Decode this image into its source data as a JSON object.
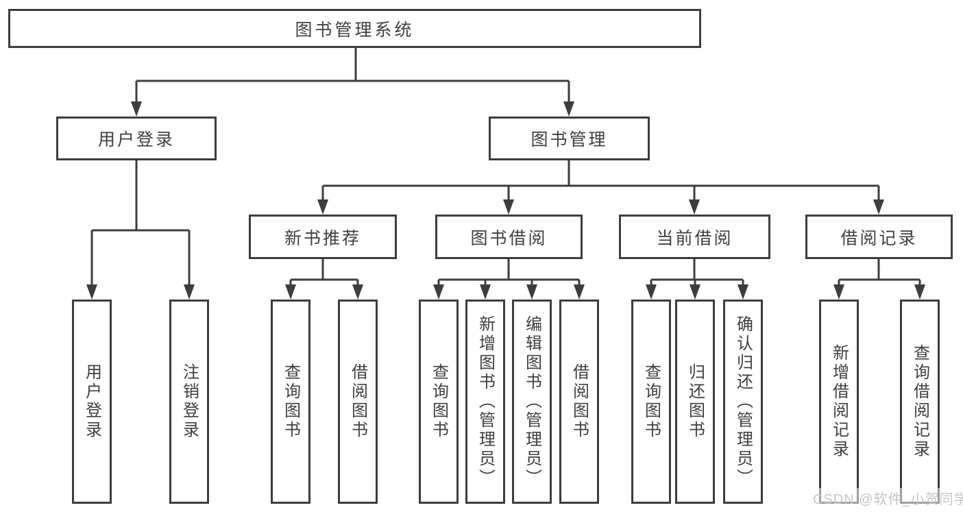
{
  "diagram": {
    "type": "hierarchy",
    "root": {
      "label": "图书管理系统"
    },
    "children": [
      {
        "label": "用户登录",
        "children": [
          {
            "label": "用户登录"
          },
          {
            "label": "注销登录"
          }
        ]
      },
      {
        "label": "图书管理",
        "children": [
          {
            "label": "新书推荐",
            "children": [
              {
                "label": "查询图书"
              },
              {
                "label": "借阅图书"
              }
            ]
          },
          {
            "label": "图书借阅",
            "children": [
              {
                "label": "查询图书"
              },
              {
                "label": "新增图书（管理员）"
              },
              {
                "label": "编辑图书（管理员）"
              },
              {
                "label": "借阅图书"
              }
            ]
          },
          {
            "label": "当前借阅",
            "children": [
              {
                "label": "查询图书"
              },
              {
                "label": "归还图书"
              },
              {
                "label": "确认归还（管理员）"
              }
            ]
          },
          {
            "label": "借阅记录",
            "children": [
              {
                "label": "新增借阅记录"
              },
              {
                "label": "查询借阅记录"
              }
            ]
          }
        ]
      }
    ]
  },
  "watermark": "CSDN @软件_小贺同学",
  "colors": {
    "line": "#3d3d3d",
    "text": "#3f3f3f",
    "box_fill": "#ffffff",
    "background": "#ffffff",
    "watermark": "#c6c6c6"
  }
}
